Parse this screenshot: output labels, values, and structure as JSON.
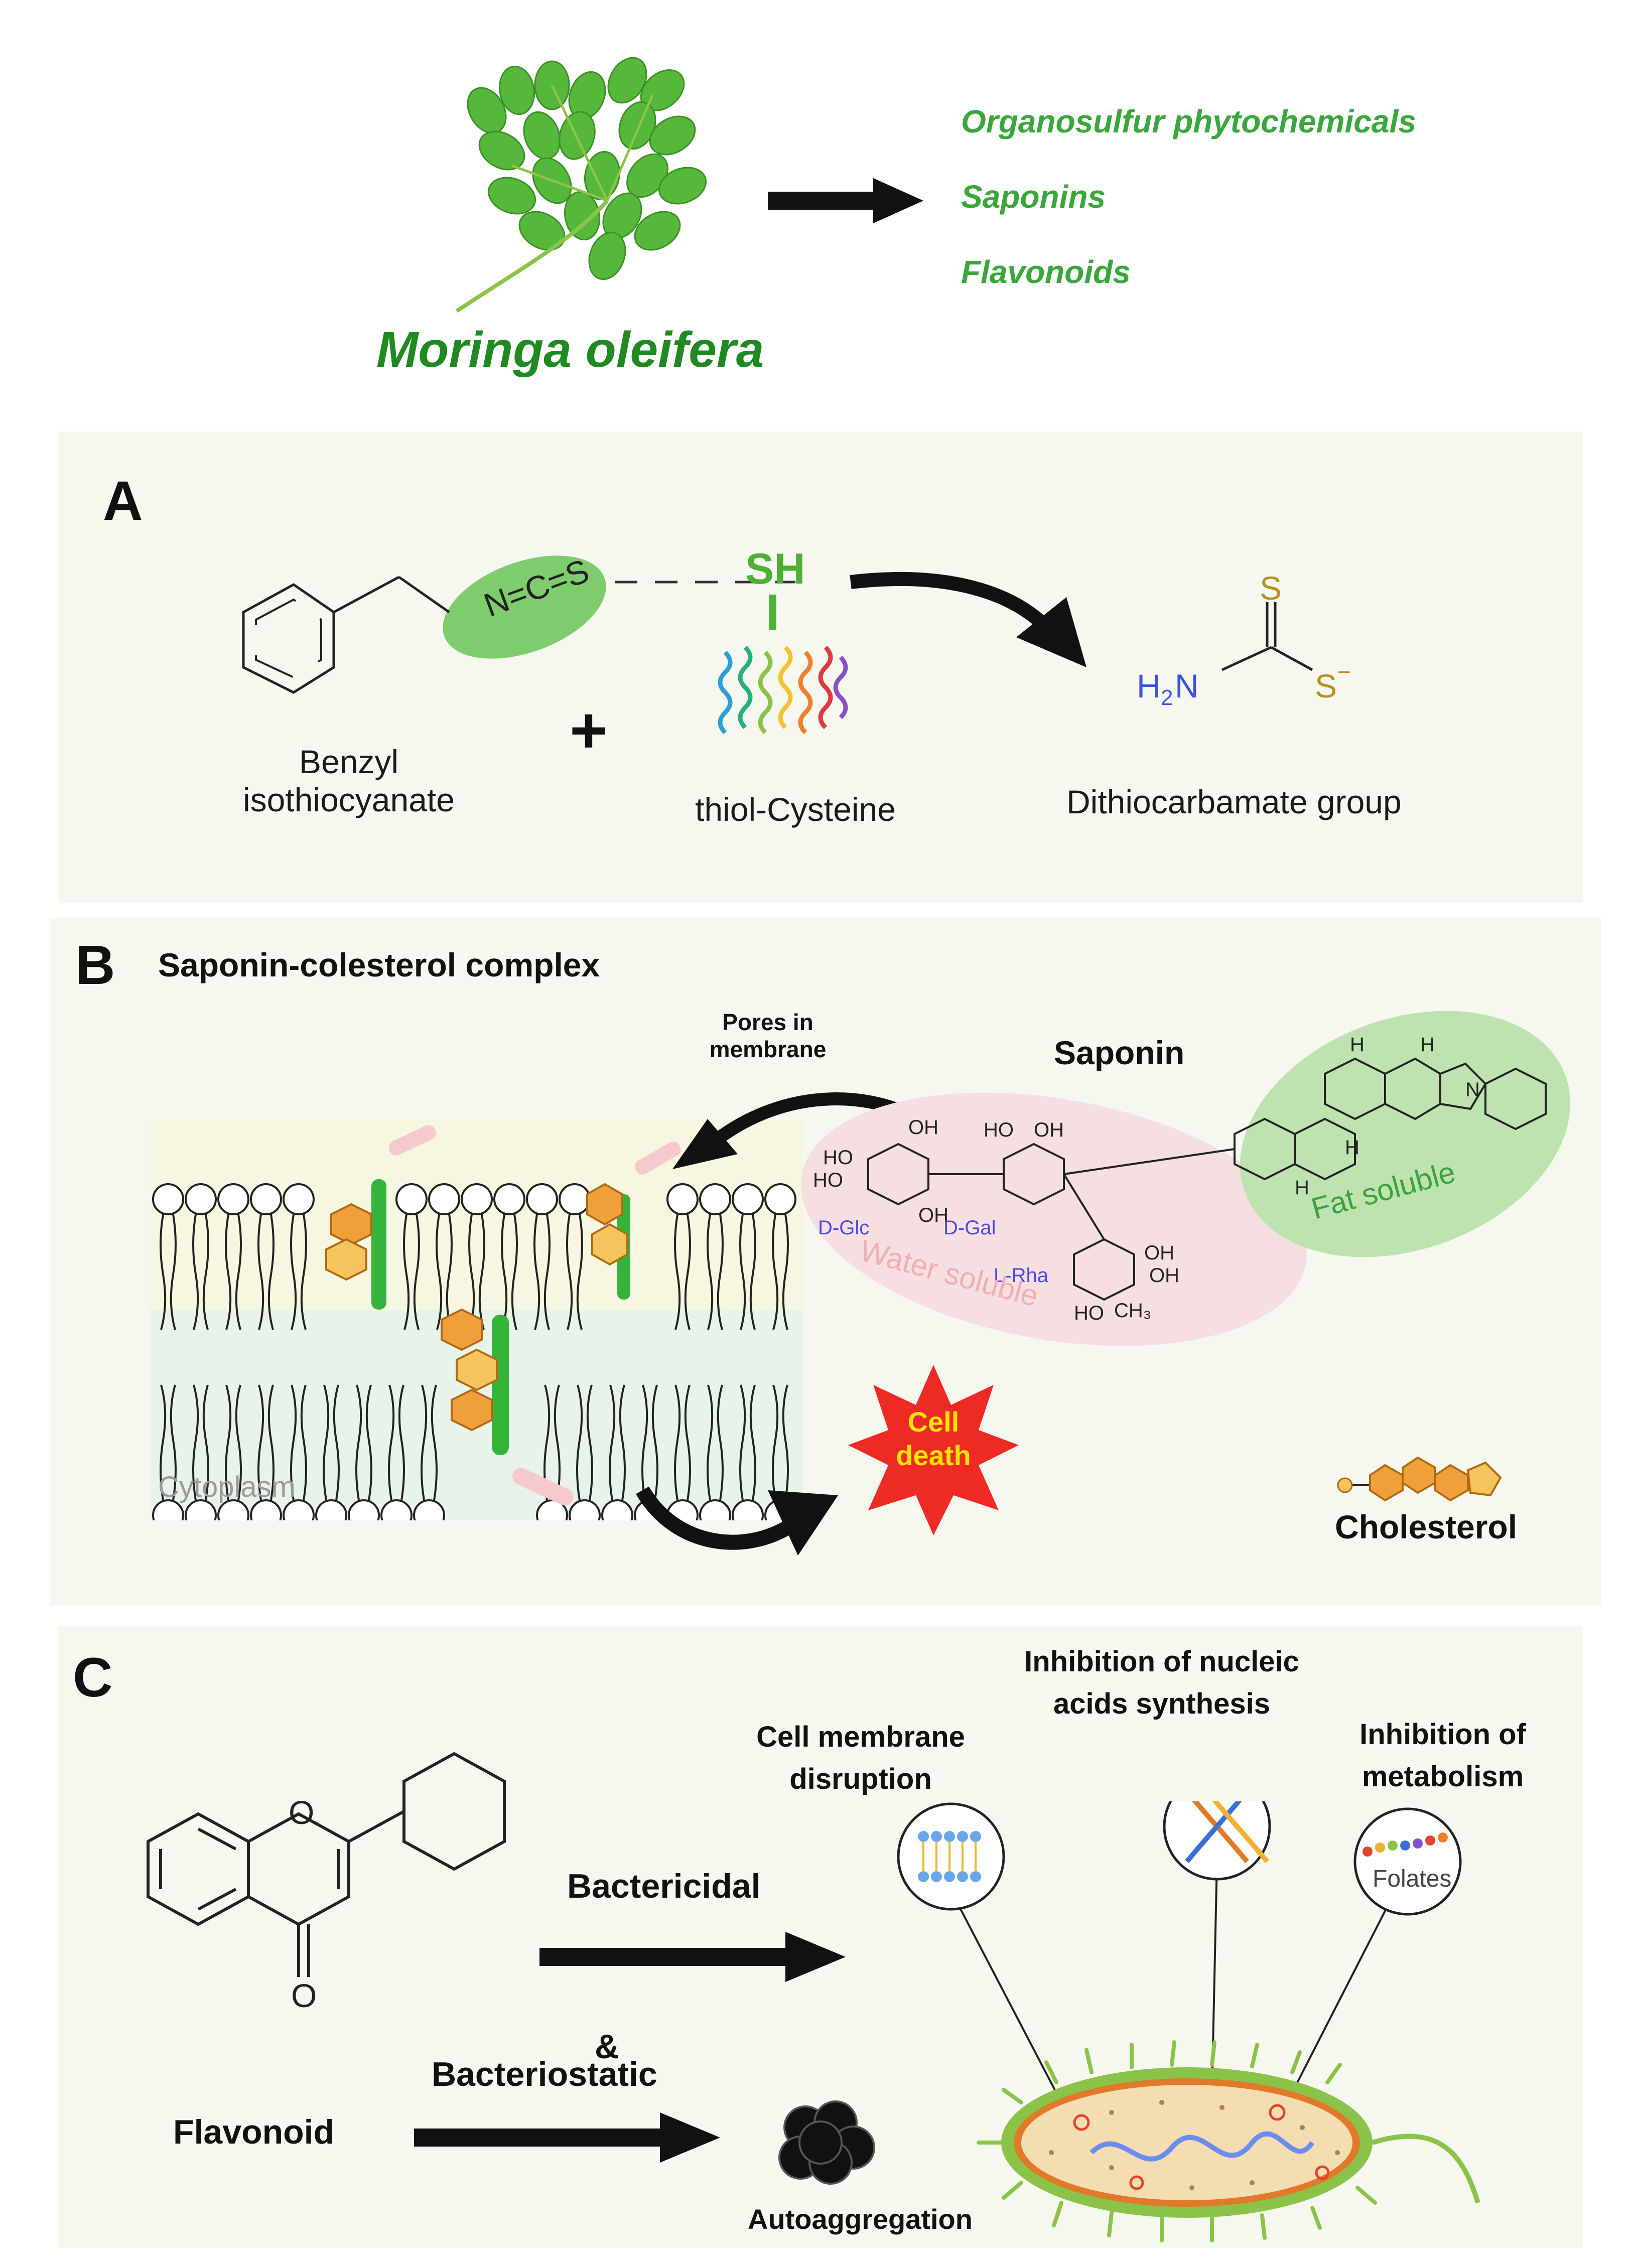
{
  "header": {
    "plant_name": "Moringa oleifera",
    "compounds": [
      "Organosulfur phytochemicals",
      "Saponins",
      "Flavonoids"
    ]
  },
  "panel_a": {
    "letter": "A",
    "reactant1_line1": "Benzyl",
    "reactant1_line2": "isothiocyanate",
    "reactant1_group": "N=C=S",
    "plus": "+",
    "reactant2_label": "thiol-Cysteine",
    "reactant2_group": "SH",
    "product_label": "Dithiocarbamate group",
    "product_atoms": {
      "s_top": "S",
      "s_minus": "S",
      "charge": "−",
      "amine": "H",
      "amine_sub": "2",
      "amine_n": "N"
    }
  },
  "panel_b": {
    "letter": "B",
    "title": "Saponin-colesterol complex",
    "pores_line1": "Pores in",
    "pores_line2": "membrane",
    "cytoplasm": "Cytoplasm",
    "saponin": "Saponin",
    "water_soluble": "Water soluble",
    "fat_soluble": "Fat soluble",
    "sugars": [
      "D-Glc",
      "D-Gal",
      "L-Rha"
    ],
    "cell_death_line1": "Cell",
    "cell_death_line2": "death",
    "cholesterol": "Cholesterol"
  },
  "panel_c": {
    "letter": "C",
    "flavonoid": "Flavonoid",
    "bactericidal": "Bactericidal",
    "ampersand": "&",
    "bacteriostatic": "Bacteriostatic",
    "autoaggregation": "Autoaggregation",
    "membrane_line1": "Cell membrane",
    "membrane_line2": "disruption",
    "nucleic_line1": "Inhibition of nucleic",
    "nucleic_line2": "acids synthesis",
    "metabolism_line1": "Inhibition of",
    "metabolism_line2": "metabolism",
    "folates": "Folates"
  },
  "colors": {
    "compound_green": "#3aa63c",
    "plant_title_green": "#1f8a21",
    "panel_bg": "#f6f8f0",
    "ncs_ellipse": "#7fcc6e",
    "sh_green": "#4cb034",
    "amine_blue": "#3b52e0",
    "sulfur_gold": "#b8901c",
    "water_pink": "#f6dfe1",
    "fat_green": "#bfe3b0",
    "cell_death_red": "#ee2a24",
    "cell_death_text": "#ffe400"
  }
}
